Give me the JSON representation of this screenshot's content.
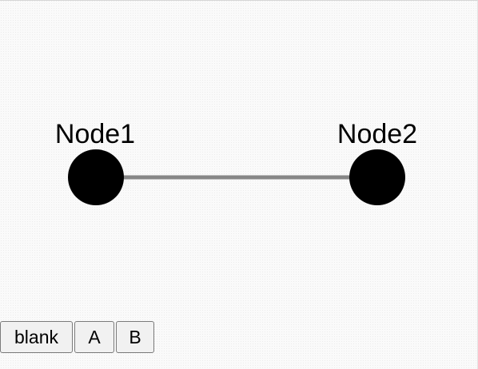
{
  "diagram": {
    "nodes": [
      {
        "id": "node1",
        "label": "Node1",
        "color": "#000000"
      },
      {
        "id": "node2",
        "label": "Node2",
        "color": "#000000"
      }
    ],
    "edges": [
      {
        "from": "node1",
        "to": "node2",
        "color": "#878787"
      }
    ]
  },
  "toolbar": {
    "blank_label": "blank",
    "a_label": "A",
    "b_label": "B"
  }
}
